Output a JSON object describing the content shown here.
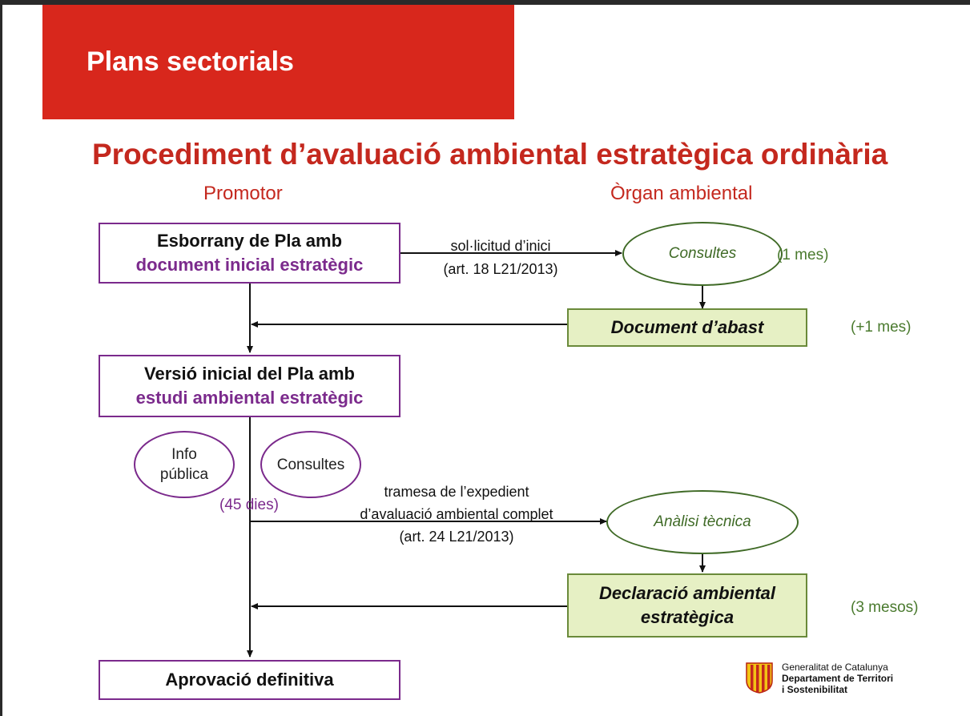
{
  "banner": {
    "title": "Plans sectorials"
  },
  "title": "Procediment d’avaluació ambiental estratègica ordinària",
  "columns": {
    "left": "Promotor",
    "right": "Òrgan ambiental"
  },
  "nodes": {
    "esborrany": {
      "line1": "Esborrany de Pla amb",
      "line2": "document inicial estratègic"
    },
    "consultes1": "Consultes",
    "document_abast": "Document d’abast",
    "versio": {
      "line1": "Versió inicial del Pla amb",
      "line2": "estudi ambiental estratègic"
    },
    "info_publica": {
      "line1": "Info",
      "line2": "pública"
    },
    "consultes2": "Consultes",
    "analisi": "Anàlisi tècnica",
    "declaracio": {
      "line1": "Declaració ambiental",
      "line2": "estratègica"
    },
    "aprovacio": "Aprovació definitiva"
  },
  "edges": {
    "solicitud": {
      "line1": "sol·licitud d’inici",
      "line2": "(art. 18  L21/2013)"
    },
    "tramesa": {
      "line1": "tramesa de l’expedient",
      "line2": "d’avaluació ambiental complet",
      "line3": "(art. 24  L21/2013)"
    }
  },
  "durations": {
    "consultes": "(1 mes)",
    "abast": "(+1 mes)",
    "info": "(45 dies)",
    "declaracio": "(3 mesos)"
  },
  "logo": {
    "line1": "Generalitat de Catalunya",
    "line2": "Departament de Territori",
    "line3": "i Sostenibilitat"
  },
  "colors": {
    "red": "#d8271c",
    "title_red": "#c4281e",
    "purple": "#7b2a8c",
    "green": "#3f6a26",
    "green_fill": "#e6f0c4"
  }
}
